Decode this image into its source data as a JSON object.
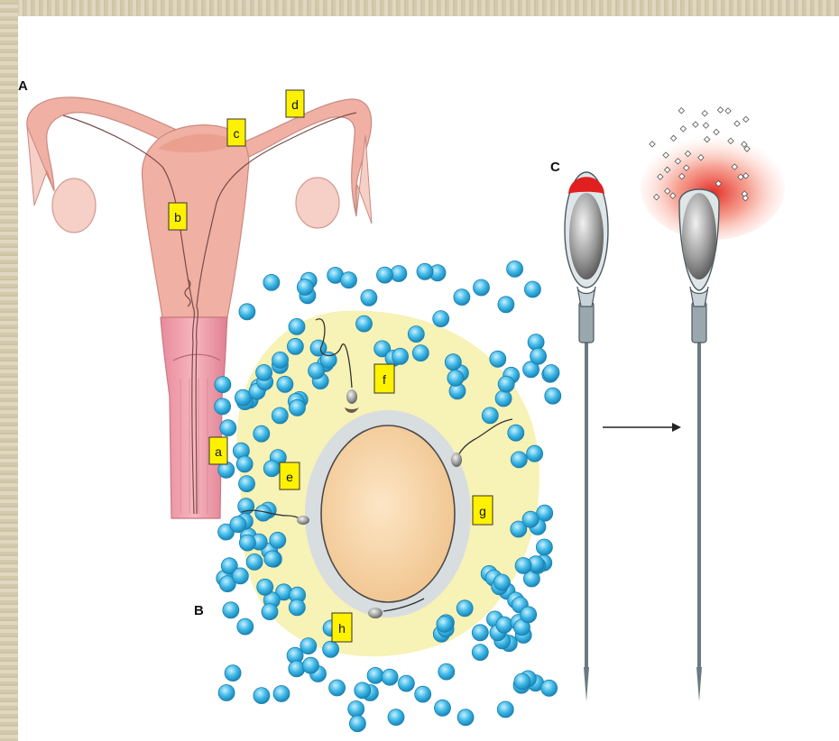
{
  "panels": {
    "a": "A",
    "b": "B",
    "c": "C"
  },
  "labels": {
    "a": "a",
    "b": "b",
    "c": "c",
    "d": "d",
    "e": "e",
    "f": "f",
    "g": "g",
    "h": "h"
  },
  "colors": {
    "uterus": "#f0b0a4",
    "uterus_light": "#f6cfc6",
    "cervix": "#e6899b",
    "cumulus": "#3fb8e6",
    "egg": "#f8d6a8",
    "label_box": "#fff200",
    "acrosome": "#e02020"
  }
}
